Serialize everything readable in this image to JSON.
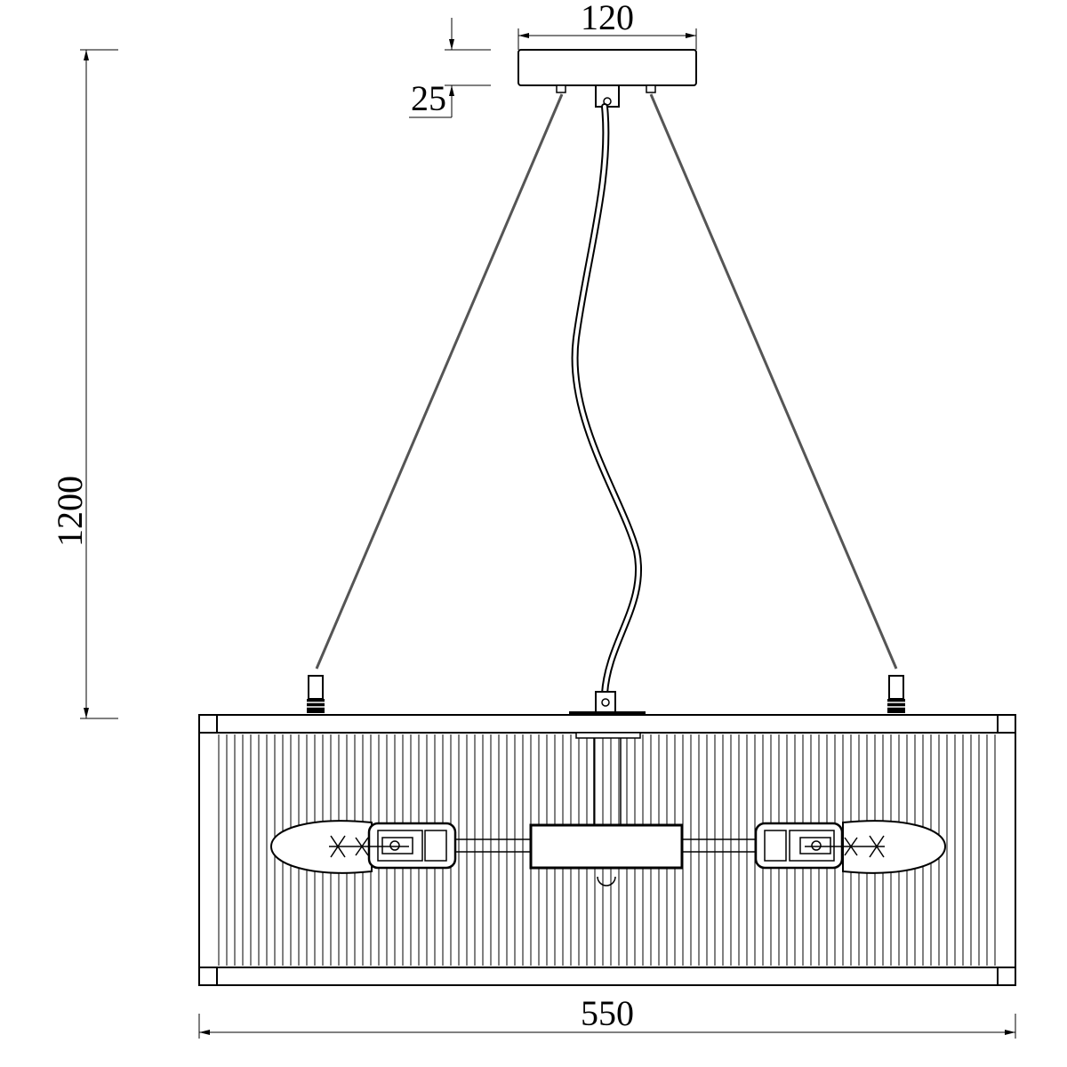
{
  "dimensions": {
    "canopy_width": "120",
    "canopy_height": "25",
    "total_height": "1200",
    "shade_width": "550"
  },
  "colors": {
    "line": "#000000",
    "background": "#ffffff",
    "cable": "#555555"
  }
}
